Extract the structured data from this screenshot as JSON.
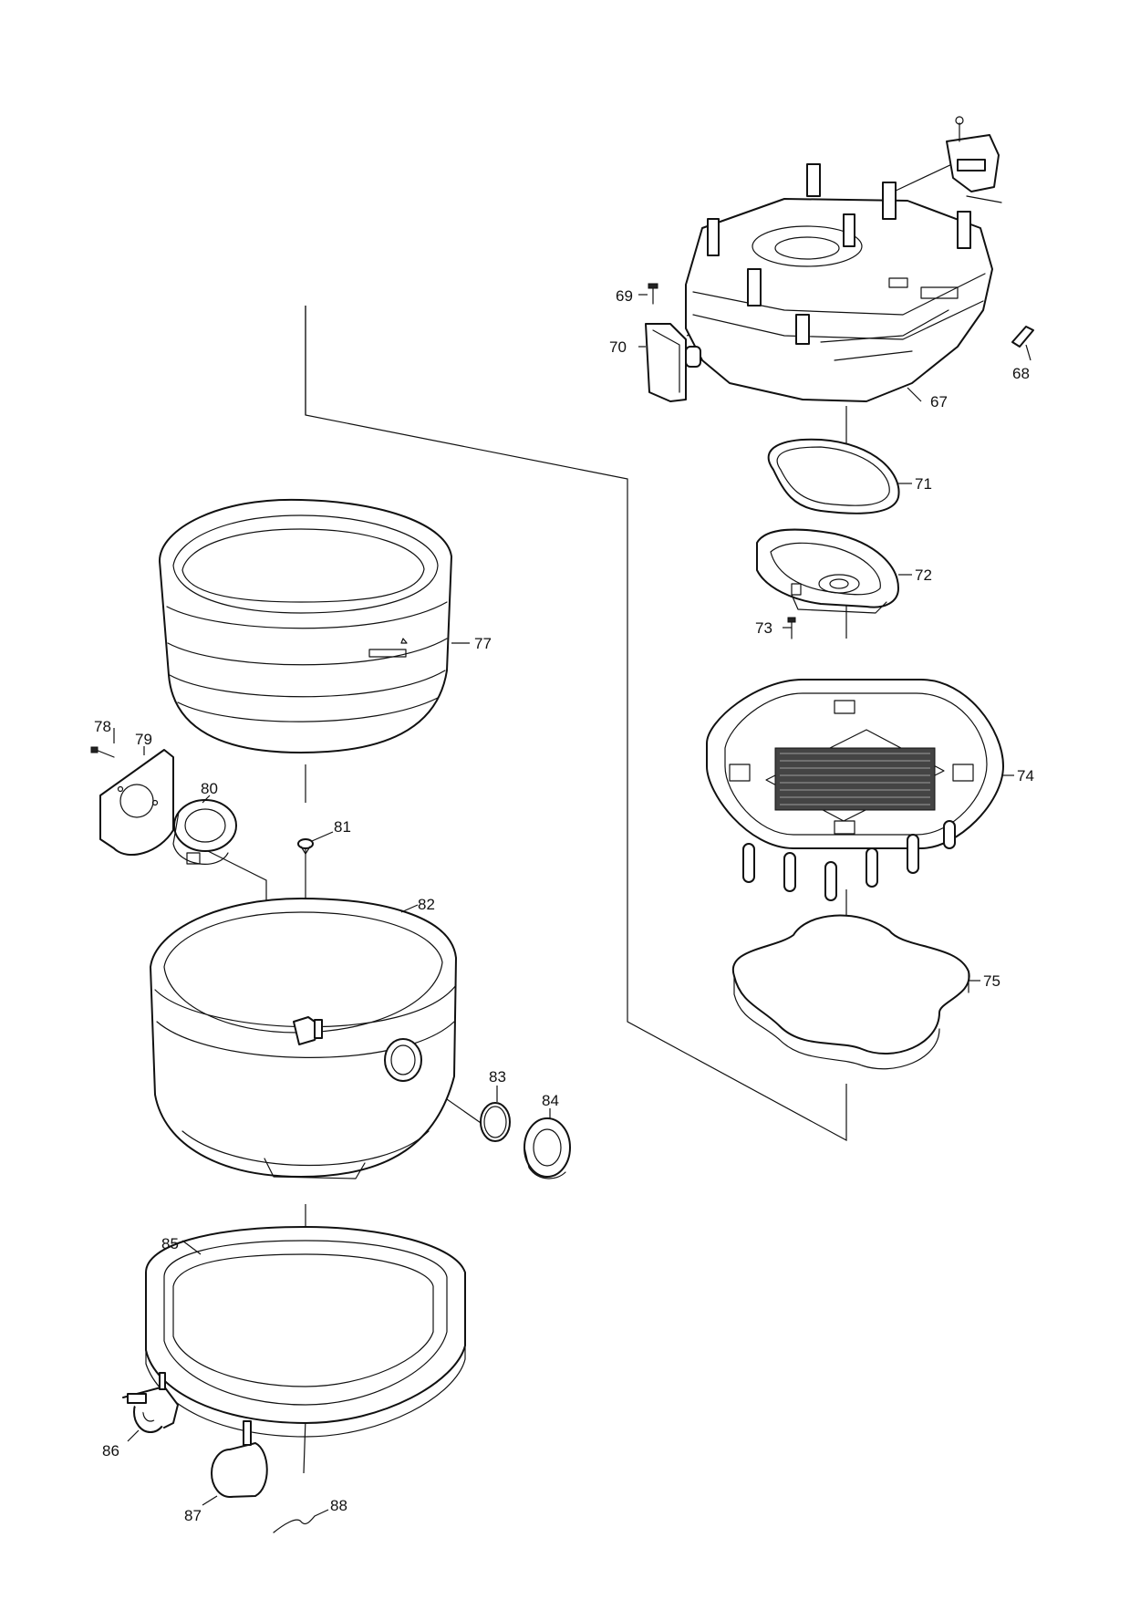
{
  "diagram": {
    "callouts": [
      "67",
      "68",
      "69",
      "70",
      "71",
      "72",
      "73",
      "74",
      "75",
      "77",
      "78",
      "79",
      "80",
      "81",
      "82",
      "83",
      "84",
      "85",
      "86",
      "87",
      "88"
    ]
  }
}
